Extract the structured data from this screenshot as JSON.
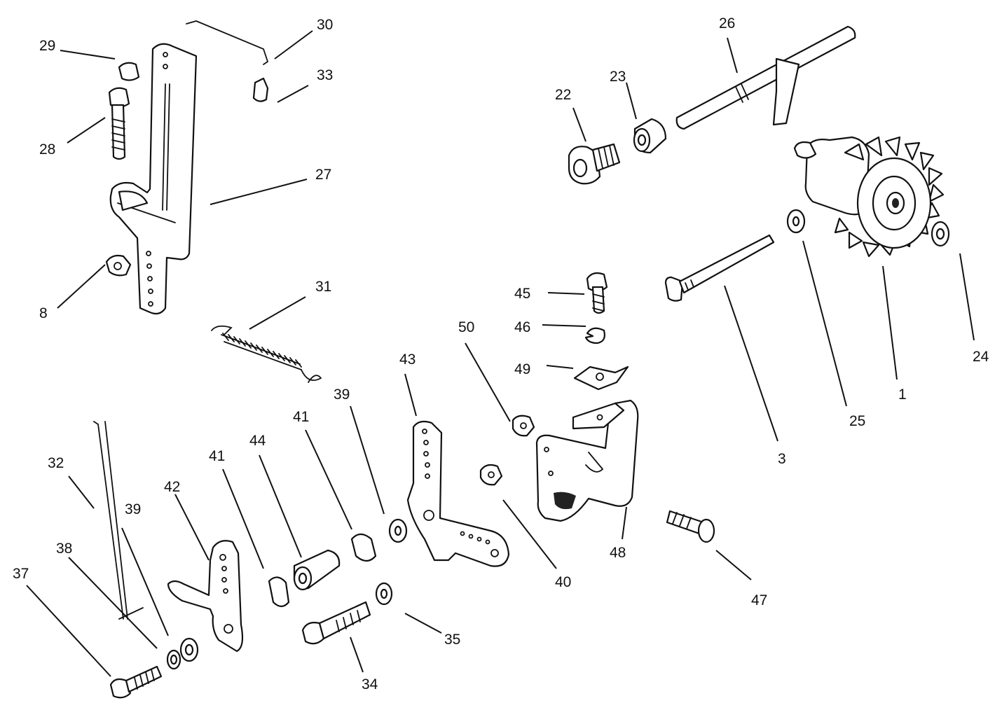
{
  "diagram": {
    "background": "#ffffff",
    "ink": "#111111",
    "callouts": {
      "c1": "1",
      "c3": "3",
      "c8": "8",
      "c22": "22",
      "c23": "23",
      "c24": "24",
      "c25": "25",
      "c26": "26",
      "c27": "27",
      "c28": "28",
      "c29": "29",
      "c30": "30",
      "c31": "31",
      "c32": "32",
      "c33": "33",
      "c34": "34",
      "c35": "35",
      "c37": "37",
      "c38": "38",
      "c39a": "39",
      "c39b": "39",
      "c40": "40",
      "c41a": "41",
      "c41b": "41",
      "c42": "42",
      "c43": "43",
      "c44": "44",
      "c45": "45",
      "c46": "46",
      "c47": "47",
      "c48": "48",
      "c49": "49",
      "c50": "50"
    }
  }
}
